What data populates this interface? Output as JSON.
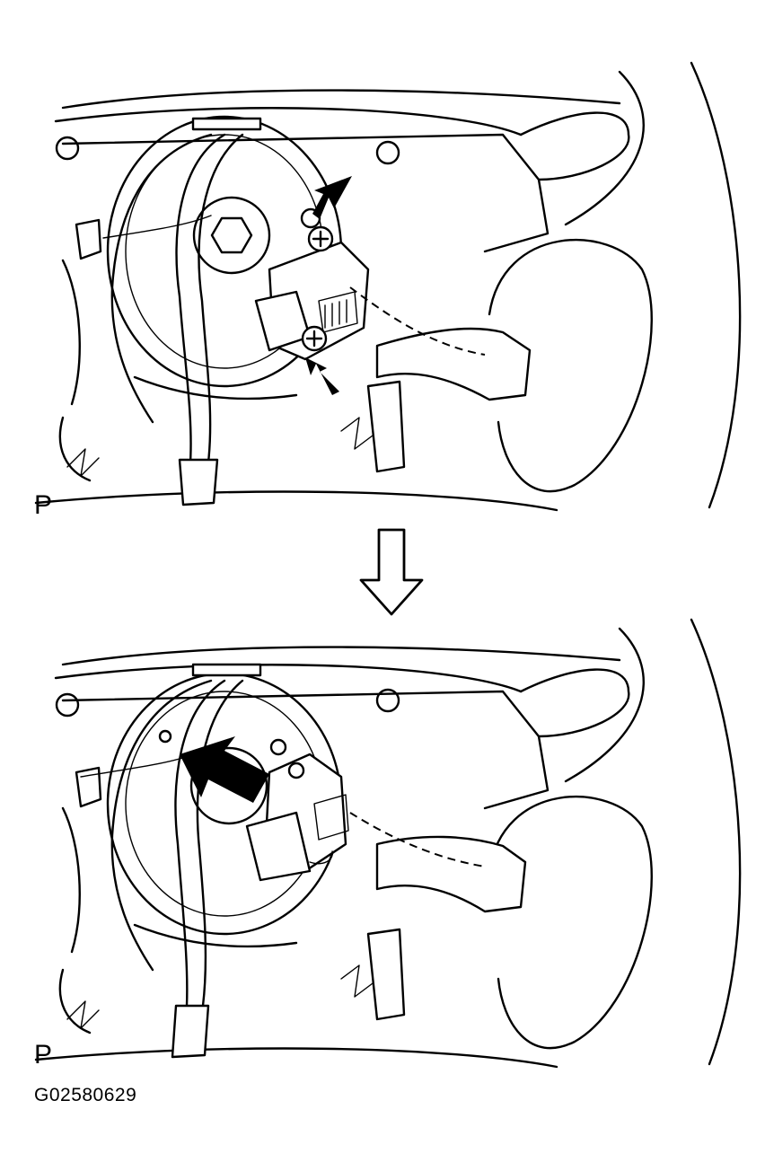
{
  "views": {
    "top_label": "P",
    "bottom_label": "P"
  },
  "figure_code": "G02580629",
  "icons": {
    "screw_pointer": "black-arrow-icon",
    "screw": "phillips-screw-icon",
    "transition": "down-outline-arrow-icon",
    "removal_direction": "bold-black-arrow-icon"
  }
}
